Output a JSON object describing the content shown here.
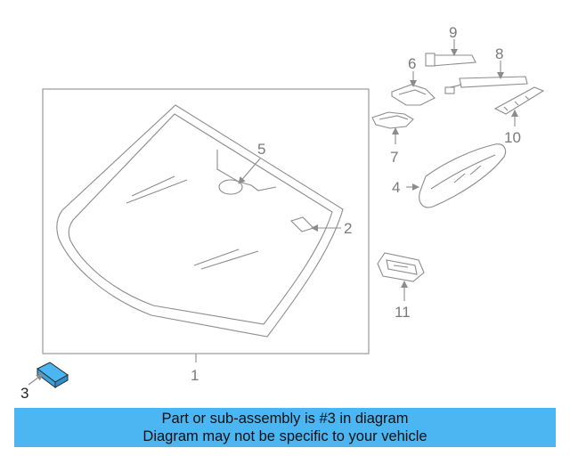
{
  "labels": {
    "p1": "1",
    "p2": "2",
    "p3": "3",
    "p4": "4",
    "p5": "5",
    "p6": "6",
    "p7": "7",
    "p8": "8",
    "p9": "9",
    "p10": "10",
    "p11": "11"
  },
  "banner": {
    "line1": "Part or sub-assembly is #3 in diagram",
    "line2": "Diagram may not be specific to your vehicle"
  },
  "colors": {
    "banner_bg": "#4bb6f2",
    "highlight_part": "#4bb6f2",
    "line": "#8c8c8c"
  }
}
